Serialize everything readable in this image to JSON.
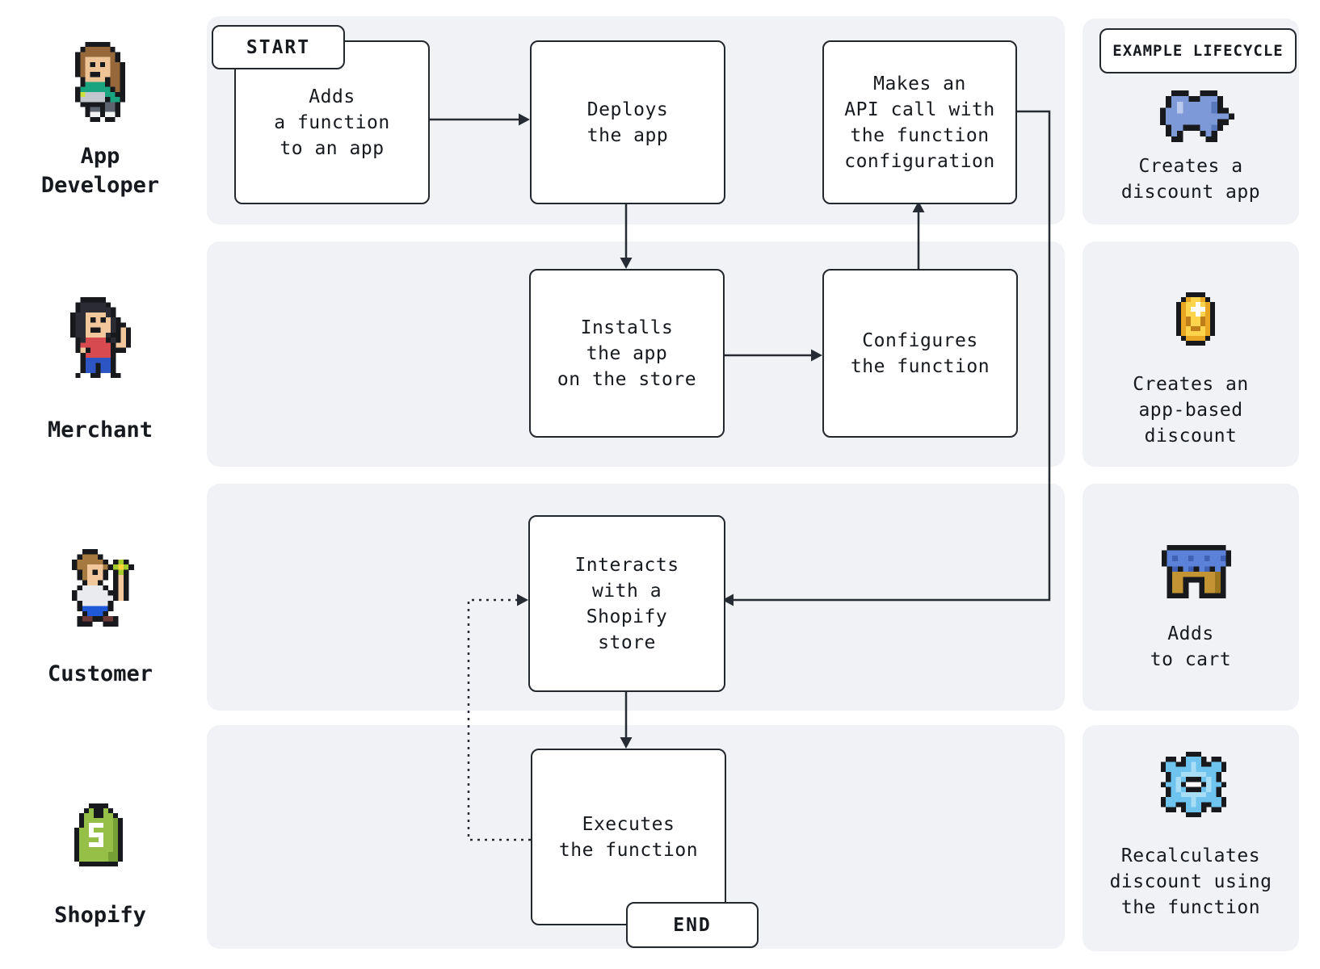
{
  "colors": {
    "canvas": "#ffffff",
    "lane": "#f0f2f5",
    "border": "#23272e",
    "text": "#16191e",
    "arrow": "#272c34"
  },
  "actors": [
    {
      "id": "app-developer",
      "label": "App\nDeveloper",
      "sprite": "developer"
    },
    {
      "id": "merchant",
      "label": "Merchant",
      "sprite": "merchant"
    },
    {
      "id": "customer",
      "label": "Customer",
      "sprite": "customer"
    },
    {
      "id": "shopify",
      "label": "Shopify",
      "sprite": "shopify-bag"
    }
  ],
  "flow": {
    "start_badge": "START",
    "end_badge": "END",
    "boxes": [
      {
        "id": "adds-function",
        "lane": "app-developer",
        "text": "Adds\na function\nto an app"
      },
      {
        "id": "deploys-app",
        "lane": "app-developer",
        "text": "Deploys\nthe app"
      },
      {
        "id": "api-call",
        "lane": "app-developer",
        "text": "Makes an\nAPI call with\nthe function\nconfiguration"
      },
      {
        "id": "installs-app",
        "lane": "merchant",
        "text": "Installs\nthe app\non the store"
      },
      {
        "id": "configures-function",
        "lane": "merchant",
        "text": "Configures\nthe function"
      },
      {
        "id": "interacts-store",
        "lane": "customer",
        "text": "Interacts\nwith a\nShopify\nstore"
      },
      {
        "id": "executes-function",
        "lane": "shopify",
        "text": "Executes\nthe function"
      }
    ]
  },
  "lifecycle": {
    "header": "EXAMPLE LIFECYCLE",
    "items": [
      {
        "icon": "puzzle-icon",
        "text": "Creates a\ndiscount app"
      },
      {
        "icon": "coin-icon",
        "text": "Creates an\napp-based\ndiscount"
      },
      {
        "icon": "storefront-icon",
        "text": "Adds\nto cart"
      },
      {
        "icon": "gear-icon",
        "text": "Recalculates\ndiscount using\nthe function"
      }
    ]
  },
  "sprites": {
    "developer": {
      "palette": {
        "K": "#17191d",
        "h": "#96683a",
        "F": "#eec497",
        "G": "#1aa47f",
        "L": "#c3c7cd",
        "y": "#cbe23e",
        "P": "#5d646f",
        "S": "#f2f3f4"
      },
      "rows": [
        "...KKKKK....",
        "..KhhhhhK...",
        ".KhhhhhhhK..",
        ".KhFFFFFhK..",
        ".KhFKFKFhhK.",
        ".KhFFFFFhhK.",
        ".KhFKKFFhhK.",
        "..KFFFFKhhK.",
        "..KGGGGKhhK.",
        ".KGGGGGGKhK.",
        ".KyLLLLGGKK.",
        ".KLLLLLKGGK.",
        "..KKKKKPPK..",
        "...KPPKPPK..",
        "...KSSKSSK..",
        "....KK.KK..."
      ]
    },
    "merchant": {
      "palette": {
        "K": "#17191d",
        "H": "#2a2b33",
        "F": "#f2c79b",
        "R": "#d64a50",
        "J": "#2e55c4",
        "S": "#ffffff"
      },
      "rows": [
        "..KKKKK.....",
        ".KHHHHHK....",
        ".KHHHHHHK...",
        "KHHFFFFHK...",
        "KHHFKFKFHK..",
        "KHHFFFFFHKK.",
        "KHHFKKFFHKFK",
        "KHHFFFFHKKFK",
        ".KHRRRRKHKFK",
        ".KRRRRRRKFFK",
        ".KFKRRRRKKK.",
        "..KRRRRRK...",
        "..KJJJJJK...",
        "..KJJKJJK...",
        "..KJJKJJK...",
        ".KSSKKSSKK.."
      ]
    },
    "customer": {
      "palette": {
        "K": "#17191d",
        "H": "#a5793f",
        "F": "#f2c79b",
        "T": "#e9ebee",
        "B": "#2059d8",
        "D": "#6e3a39",
        "C": "#ffd23c",
        "c": "#a3cc2c"
      },
      "rows": [
        "..KKK........",
        ".KHHHK.......",
        "KHHHHHK.KcK..",
        "KHHFFFHKcCcK.",
        ".KHFKFK.KcK..",
        ".KHFFFK.KFK..",
        "..KFFK..KFK..",
        ".KTTTTK.KFK..",
        "KTTTTTTKKFK..",
        "KTTTTTTTKFK..",
        ".KTTTTTK.....",
        ".KBBBBBK.....",
        "..KBBBK......",
        ".KDDKKDDK....",
        ".KKK..KKK...."
      ]
    },
    "shopify-bag": {
      "palette": {
        "K": "#17191d",
        "G": "#95bf47",
        "g": "#76a036",
        "W": "#ffffff"
      },
      "rows": [
        "...KKKK....",
        "..KGKKGK...",
        ".KGGKKGGK..",
        ".KGGGGGGgK.",
        ".KGWWWGGgK.",
        "KGGWGGGGgK.",
        "KGGWWWGGgK.",
        "KGGGGWGGgK.",
        "KGGWWWGGgK.",
        "KGGGGGGGgK.",
        "KGGGGGGggK.",
        "KGGGGGGggK.",
        ".KKKKKKKK.."
      ]
    },
    "puzzle": {
      "palette": {
        "K": "#17191d",
        "B": "#7e99d8",
        "b": "#5878bb",
        "L": "#bac9ec"
      },
      "rows": [
        "..KKK..KKK...",
        ".KBBBKKBBBK..",
        ".KBLBBBBBbK..",
        "KBBLBBBBBbKK.",
        "KBBBBBBBBBBBK",
        "KBBBBBBBBBKK.",
        ".KBBKKKBBbK..",
        ".KBK...KBK...",
        "..KK....KK..."
      ]
    },
    "coin": {
      "palette": {
        "K": "#17191d",
        "O": "#e8a623",
        "o": "#bf7e17",
        "Y": "#ffd44d",
        "W": "#ffffff"
      },
      "rows": [
        "..KKKK..",
        ".KOYYOK.",
        "KOYYWYOK",
        "KOYWWWOK",
        "KOYYWYOK",
        "KOoYYoOK",
        "KOoYYoOK",
        "KOYooYOK",
        "KOYYYYOK",
        ".KOOOOK.",
        "..KKKK.."
      ]
    },
    "storefront": {
      "palette": {
        "K": "#17191d",
        "A": "#5b82d8",
        "a": "#4061b3",
        "G": "#c29434",
        "g": "#9c761f"
      },
      "rows": [
        ".KKKKKKKKKKK.",
        "KAAAAAAAAAAAK",
        "KAaAAaAAaAAaK",
        "KAAAAAAAAAAAK",
        ".KaKAaKAaKAK.",
        ".KGGGGGGGGgK.",
        ".KGGKKKKGGgK.",
        ".KGGK..KGGgK.",
        ".KGGK..KGGgK.",
        ".KKKK..KKKKK."
      ]
    },
    "gear": {
      "palette": {
        "K": "#17191d",
        "C": "#6ec4ef",
        "c": "#a8ddf6",
        "W": "#ffffff"
      },
      "rows": [
        ".....KKK.....",
        ".KK.KCCCK.KK.",
        "KCCKKCcCKKCCK",
        "KCCCCCcCCCCCK",
        ".KCCcccccCCK.",
        ".KCcCKKKCcCK.",
        "KCCcKWWWKcCCK",
        ".KCcCKKKCcCK.",
        ".KCCcccccCCK.",
        "KCCCCCcCCCCCK",
        "KCCKKCcCKKCCK",
        ".KK.KCCCK.KK.",
        ".....KKK....."
      ]
    }
  }
}
